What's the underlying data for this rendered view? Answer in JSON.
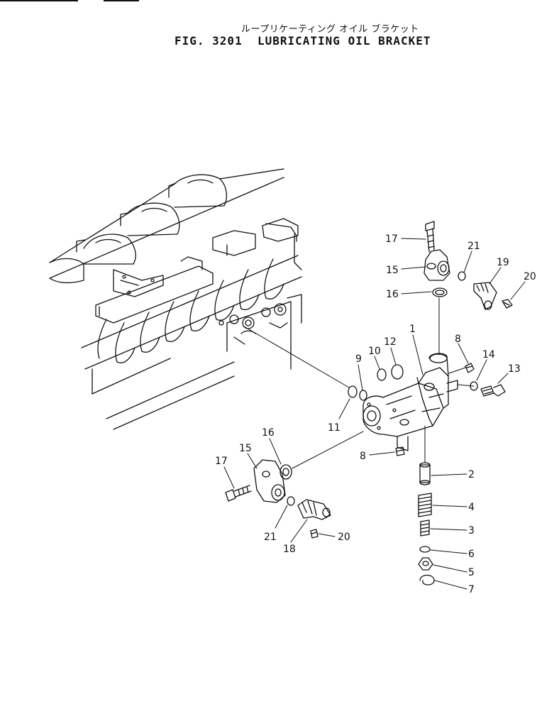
{
  "title_jp": "ループリケーティング オイル ブラケット",
  "title_fig": "FIG. 3201",
  "title_en": "LUBRICATING OIL BRACKET",
  "callouts": [
    {
      "id": "c17a",
      "text": "17"
    },
    {
      "id": "c15a",
      "text": "15"
    },
    {
      "id": "c16a",
      "text": "16"
    },
    {
      "id": "c21a",
      "text": "21"
    },
    {
      "id": "c19",
      "text": "19"
    },
    {
      "id": "c20a",
      "text": "20"
    },
    {
      "id": "c1",
      "text": "1"
    },
    {
      "id": "c8a",
      "text": "8"
    },
    {
      "id": "c14",
      "text": "14"
    },
    {
      "id": "c13",
      "text": "13"
    },
    {
      "id": "c12",
      "text": "12"
    },
    {
      "id": "c10",
      "text": "10"
    },
    {
      "id": "c9",
      "text": "9"
    },
    {
      "id": "c11",
      "text": "11"
    },
    {
      "id": "c8b",
      "text": "8"
    },
    {
      "id": "c16b",
      "text": "16"
    },
    {
      "id": "c15b",
      "text": "15"
    },
    {
      "id": "c17b",
      "text": "17"
    },
    {
      "id": "c2",
      "text": "2"
    },
    {
      "id": "c4",
      "text": "4"
    },
    {
      "id": "c3",
      "text": "3"
    },
    {
      "id": "c6",
      "text": "6"
    },
    {
      "id": "c5",
      "text": "5"
    },
    {
      "id": "c7",
      "text": "7"
    },
    {
      "id": "c21b",
      "text": "21"
    },
    {
      "id": "c18",
      "text": "18"
    },
    {
      "id": "c20b",
      "text": "20"
    }
  ]
}
